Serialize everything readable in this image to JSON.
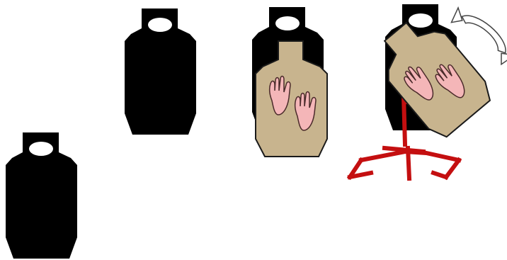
{
  "colors": {
    "background": "#ffffff",
    "silhouette": "#000000",
    "head_oval": "#ffffff",
    "tan_target": "#c8b48e",
    "tan_outline": "#1a1a1a",
    "hand_fill": "#f4b6b8",
    "hand_outline": "#4a2a2a",
    "stand_red": "#c40f10",
    "rotate_arrow": "#ffffff"
  },
  "targets": [
    {
      "name": "silhouette-target",
      "variant": "plain"
    },
    {
      "name": "silhouette-target",
      "variant": "plain"
    },
    {
      "name": "silhouette-target",
      "variant": "with-no-shoot-overlay"
    },
    {
      "name": "silhouette-target",
      "variant": "turning-stand"
    }
  ],
  "icons": {
    "overlay": "no-shoot-hands-icon",
    "rotate": "rotate-arrow-icon",
    "stand": "target-stand-icon"
  }
}
